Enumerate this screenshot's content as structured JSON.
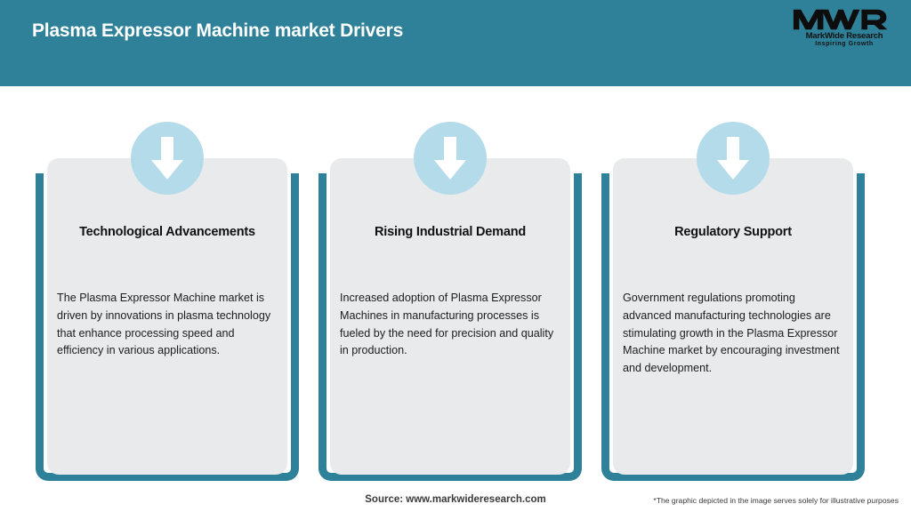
{
  "header": {
    "title": "Plasma Expressor Machine market Drivers",
    "background_color": "#2e8198",
    "title_color": "#ffffff"
  },
  "logo": {
    "mark": "MWR",
    "name": "MarkWide Research",
    "tagline": "Inspiring Growth"
  },
  "theme": {
    "accent_teal": "#2e8198",
    "card_bg": "#e8eaec",
    "badge_blue": "#b4dbe9",
    "page_bg": "#ffffff"
  },
  "cards": [
    {
      "icon": "down-arrow-icon",
      "title": "Technological Advancements",
      "body": "The Plasma Expressor Machine market is driven by innovations in plasma technology that enhance processing speed and efficiency in various applications."
    },
    {
      "icon": "down-arrow-icon",
      "title": "Rising Industrial Demand",
      "body": "Increased adoption of Plasma Expressor Machines in manufacturing processes is fueled by the need for precision and quality in production."
    },
    {
      "icon": "down-arrow-icon",
      "title": "Regulatory Support",
      "body": "Government regulations promoting advanced manufacturing technologies are stimulating growth in the Plasma Expressor Machine market by encouraging investment and development."
    }
  ],
  "footer": {
    "source": "Source: www.markwideresearch.com",
    "disclaimer": "*The graphic depicted in the image serves solely for illustrative purposes"
  }
}
